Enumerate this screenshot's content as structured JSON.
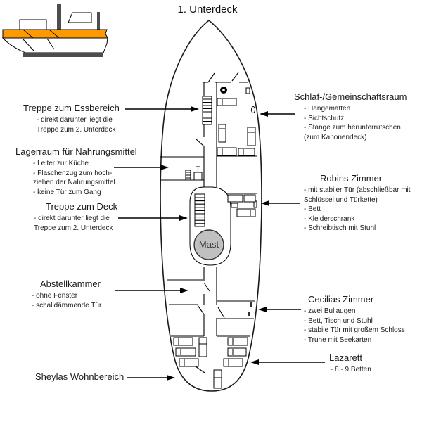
{
  "title": "1. Unterdeck",
  "locator": {
    "description": "ship side view with highlighted deck level",
    "highlight_color": "#FF9900"
  },
  "plan": {
    "mast_label": "Mast"
  },
  "colors": {
    "line": "#000000",
    "deck_highlight": "#FF9900",
    "mast_fill": "#C0C0C0",
    "mast_dark_gray": "#4D4D4D"
  },
  "labels": {
    "left": [
      {
        "heading": "Treppe zum Essbereich",
        "lines": [
          "- direkt darunter liegt die",
          "Treppe zum 2. Unterdeck"
        ]
      },
      {
        "heading": "Lagerraum für Nahrungsmittel",
        "lines": [
          "- Leiter zur Küche",
          "- Flaschenzug zum hoch-",
          "ziehen der Nahrungsmittel",
          "- keine Tür zum Gang"
        ]
      },
      {
        "heading": "Treppe zum Deck",
        "lines": [
          "- direkt darunter liegt die",
          "Treppe zum 2. Unterdeck"
        ]
      },
      {
        "heading": "Abstellkammer",
        "lines": [
          "- ohne Fenster",
          "- schalldämmende Tür"
        ]
      },
      {
        "heading": "Sheylas Wohnbereich",
        "lines": []
      }
    ],
    "right": [
      {
        "heading": "Schlaf-/Gemeinschaftsraum",
        "lines": [
          "- Hängematten",
          "- Sichtschutz",
          "- Stange zum herunterrutschen",
          "(zum Kanonendeck)"
        ]
      },
      {
        "heading": "Robins Zimmer",
        "lines": [
          "- mit stabiler Tür (abschließbar mit",
          "Schlüssel und Türkette)",
          "- Bett",
          "- Kleiderschrank",
          "- Schreibtisch mit Stuhl"
        ]
      },
      {
        "heading": "Cecilias Zimmer",
        "lines": [
          "- zwei Bullaugen",
          "- Bett, Tisch und Stuhl",
          "- stabile Tür mit großem Schloss",
          "- Truhe mit Seekarten"
        ]
      },
      {
        "heading": "Lazarett",
        "lines": [
          "- 8 - 9 Betten"
        ]
      }
    ]
  }
}
